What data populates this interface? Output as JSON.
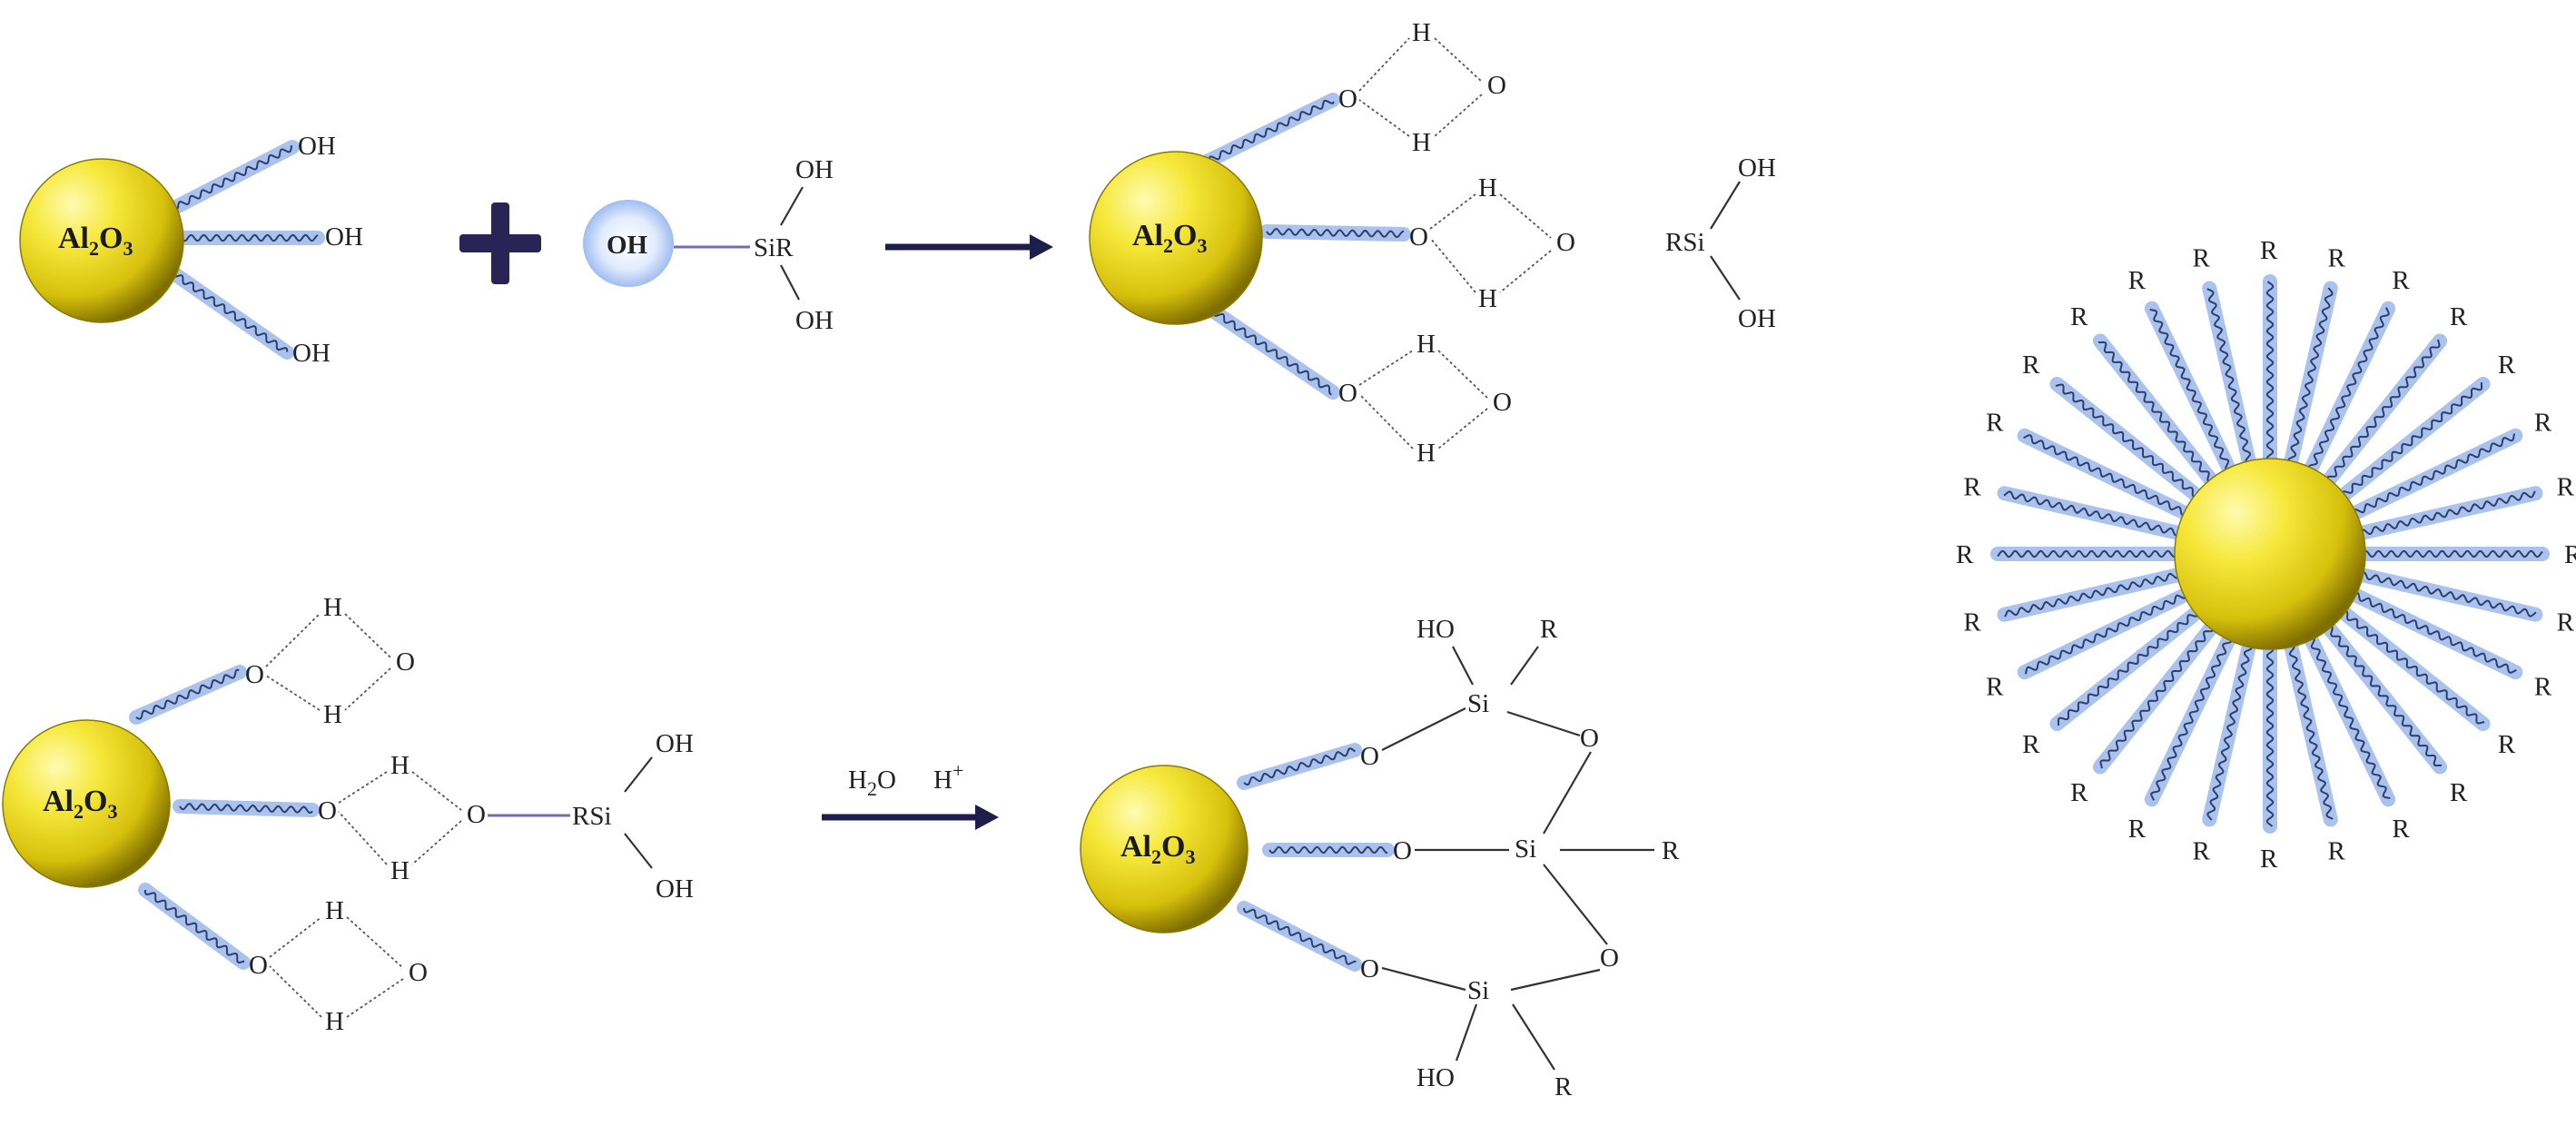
{
  "spheres": {
    "material": "Al₂O₃",
    "label_main": "Al",
    "label_sub1": "2",
    "label_mid": "O",
    "label_sub2": "3"
  },
  "step1": {
    "hydroxyl": "OH",
    "silanol_oh": "OH",
    "silanol_group": "SiR",
    "silanol_oh_top": "OH",
    "silanol_oh_bottom": "OH"
  },
  "step2": {
    "O": "O",
    "H": "H",
    "silane": "RSi",
    "oh_top": "OH",
    "oh_bottom": "OH"
  },
  "step3": {
    "O": "O",
    "H": "H",
    "silane": "RSi",
    "oh_top": "OH",
    "oh_bottom": "OH"
  },
  "condition": {
    "h2o_main": "H",
    "h2o_sub": "2",
    "h2o_tail": "O",
    "acid_main": "H",
    "acid_sup": "+"
  },
  "product": {
    "Si": "Si",
    "O": "O",
    "HO": "HO",
    "R": "R"
  },
  "colors": {
    "sphere_light": "#fffbb0",
    "sphere_mid": "#f3e21a",
    "sphere_dark": "#7f6e00",
    "chain_halo": "#a9c2ee",
    "chain_core": "#2f3f6a",
    "plus_sign": "#2a2456",
    "arrow": "#1e1e4a",
    "oh_halo": "#9fbdf0"
  }
}
